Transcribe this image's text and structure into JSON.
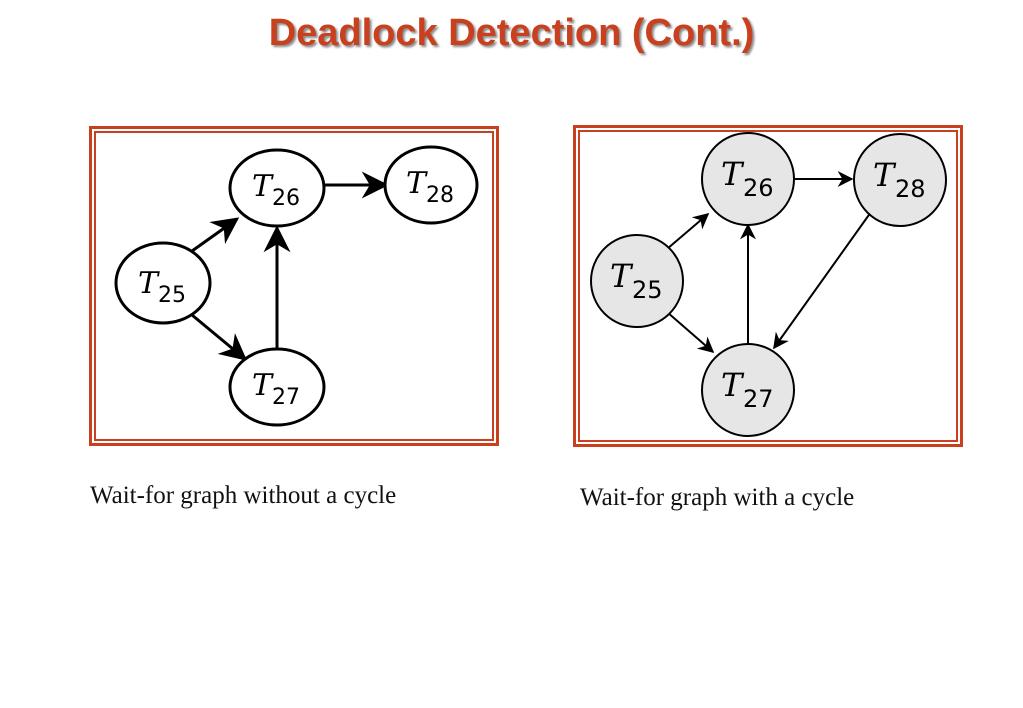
{
  "title": "Deadlock Detection (Cont.)",
  "colors": {
    "title": "#c8401e",
    "frame": "#c8401e",
    "node_fill_right": "#e6e6e6"
  },
  "left_graph": {
    "caption": "Wait-for graph without a cycle",
    "nodes": [
      {
        "id": "T25",
        "base": "T",
        "sub": "25"
      },
      {
        "id": "T26",
        "base": "T",
        "sub": "26"
      },
      {
        "id": "T27",
        "base": "T",
        "sub": "27"
      },
      {
        "id": "T28",
        "base": "T",
        "sub": "28"
      }
    ],
    "edges": [
      {
        "from": "T25",
        "to": "T26"
      },
      {
        "from": "T25",
        "to": "T27"
      },
      {
        "from": "T27",
        "to": "T26"
      },
      {
        "from": "T26",
        "to": "T28"
      }
    ]
  },
  "right_graph": {
    "caption": "Wait-for graph with a cycle",
    "nodes": [
      {
        "id": "T25",
        "base": "T",
        "sub": "25"
      },
      {
        "id": "T26",
        "base": "T",
        "sub": "26"
      },
      {
        "id": "T27",
        "base": "T",
        "sub": "27"
      },
      {
        "id": "T28",
        "base": "T",
        "sub": "28"
      }
    ],
    "edges": [
      {
        "from": "T25",
        "to": "T26"
      },
      {
        "from": "T25",
        "to": "T27"
      },
      {
        "from": "T27",
        "to": "T26"
      },
      {
        "from": "T26",
        "to": "T28"
      },
      {
        "from": "T28",
        "to": "T27"
      }
    ]
  }
}
